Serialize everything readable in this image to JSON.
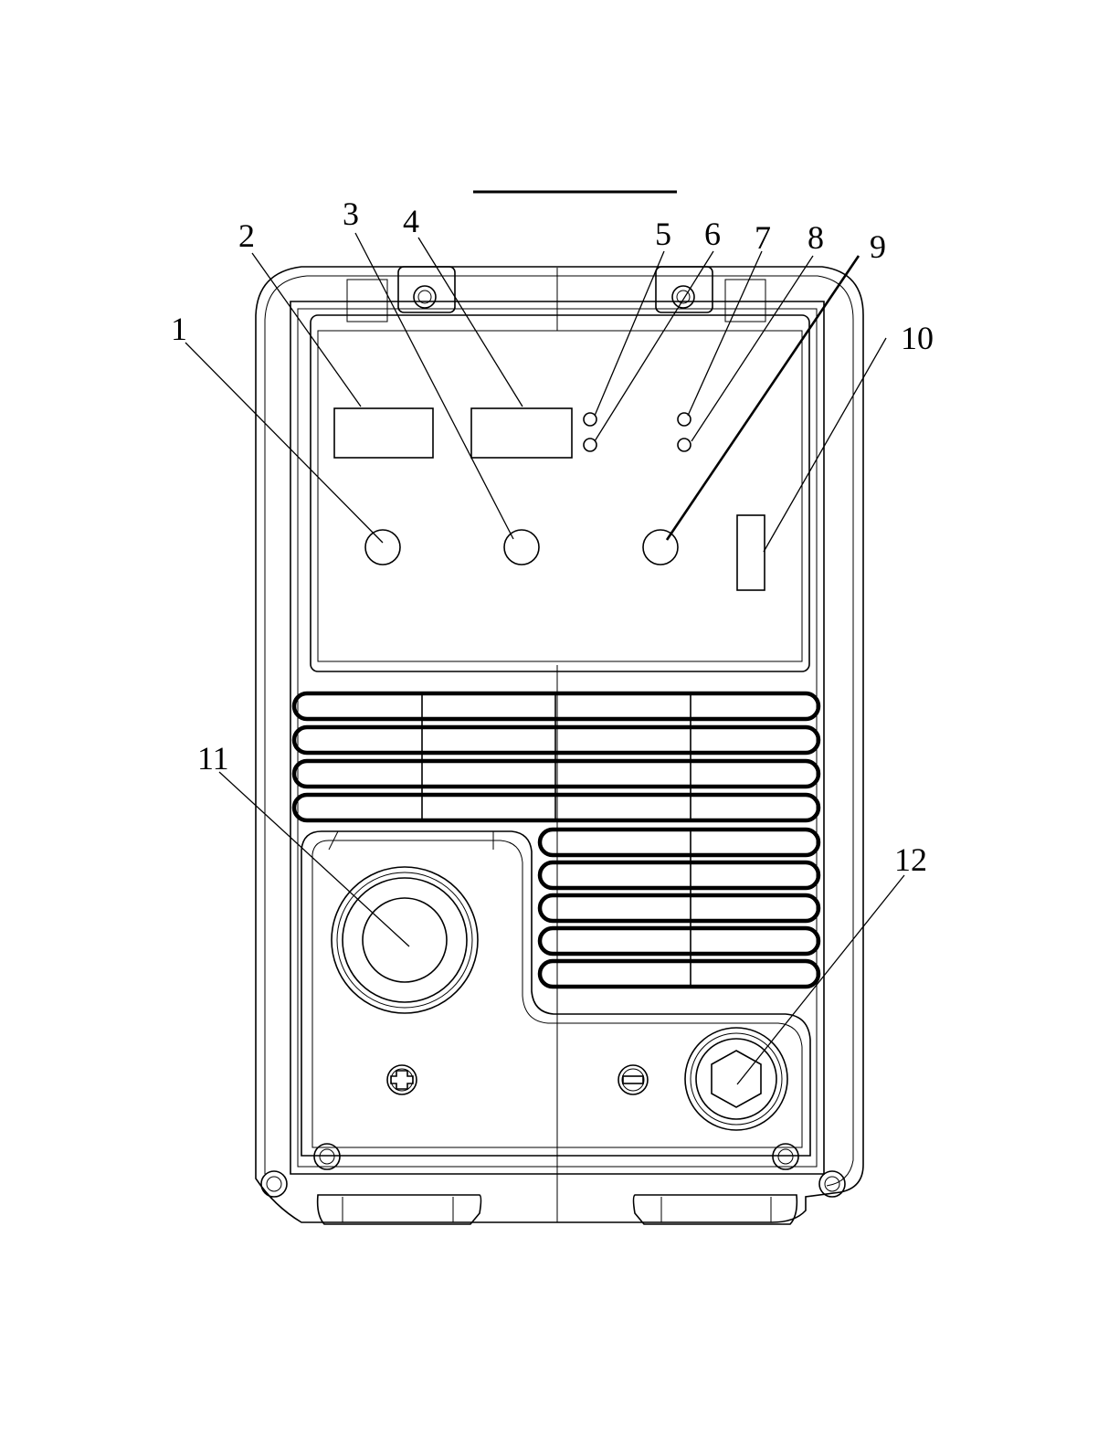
{
  "callouts": [
    {
      "id": "1",
      "text": "1"
    },
    {
      "id": "2",
      "text": "2"
    },
    {
      "id": "3",
      "text": "3"
    },
    {
      "id": "4",
      "text": "4"
    },
    {
      "id": "5",
      "text": "5"
    },
    {
      "id": "6",
      "text": "6"
    },
    {
      "id": "7",
      "text": "7"
    },
    {
      "id": "8",
      "text": "8"
    },
    {
      "id": "9",
      "text": "9"
    },
    {
      "id": "10",
      "text": "10"
    },
    {
      "id": "11",
      "text": "11"
    },
    {
      "id": "12",
      "text": "12"
    }
  ],
  "polarity": {
    "positive_symbol": "+",
    "negative_symbol": "−"
  },
  "colors": {
    "line": "#000000",
    "background": "#ffffff"
  }
}
